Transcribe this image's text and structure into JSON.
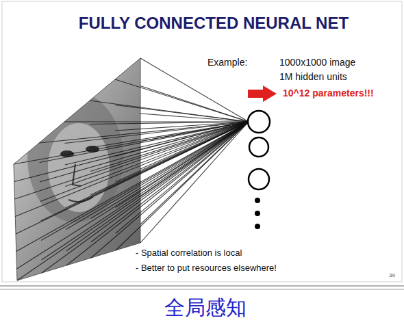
{
  "diagram": {
    "title": "FULLY CONNECTED NEURAL NET",
    "caption": "全局感知",
    "labels": [
      "Example:",
      "1000x1000 image",
      "1M hidden units",
      "10^12 parameters!!!",
      "- Spatial correlation is local",
      "- Better to put resources elsewhere!",
      "39"
    ]
  }
}
